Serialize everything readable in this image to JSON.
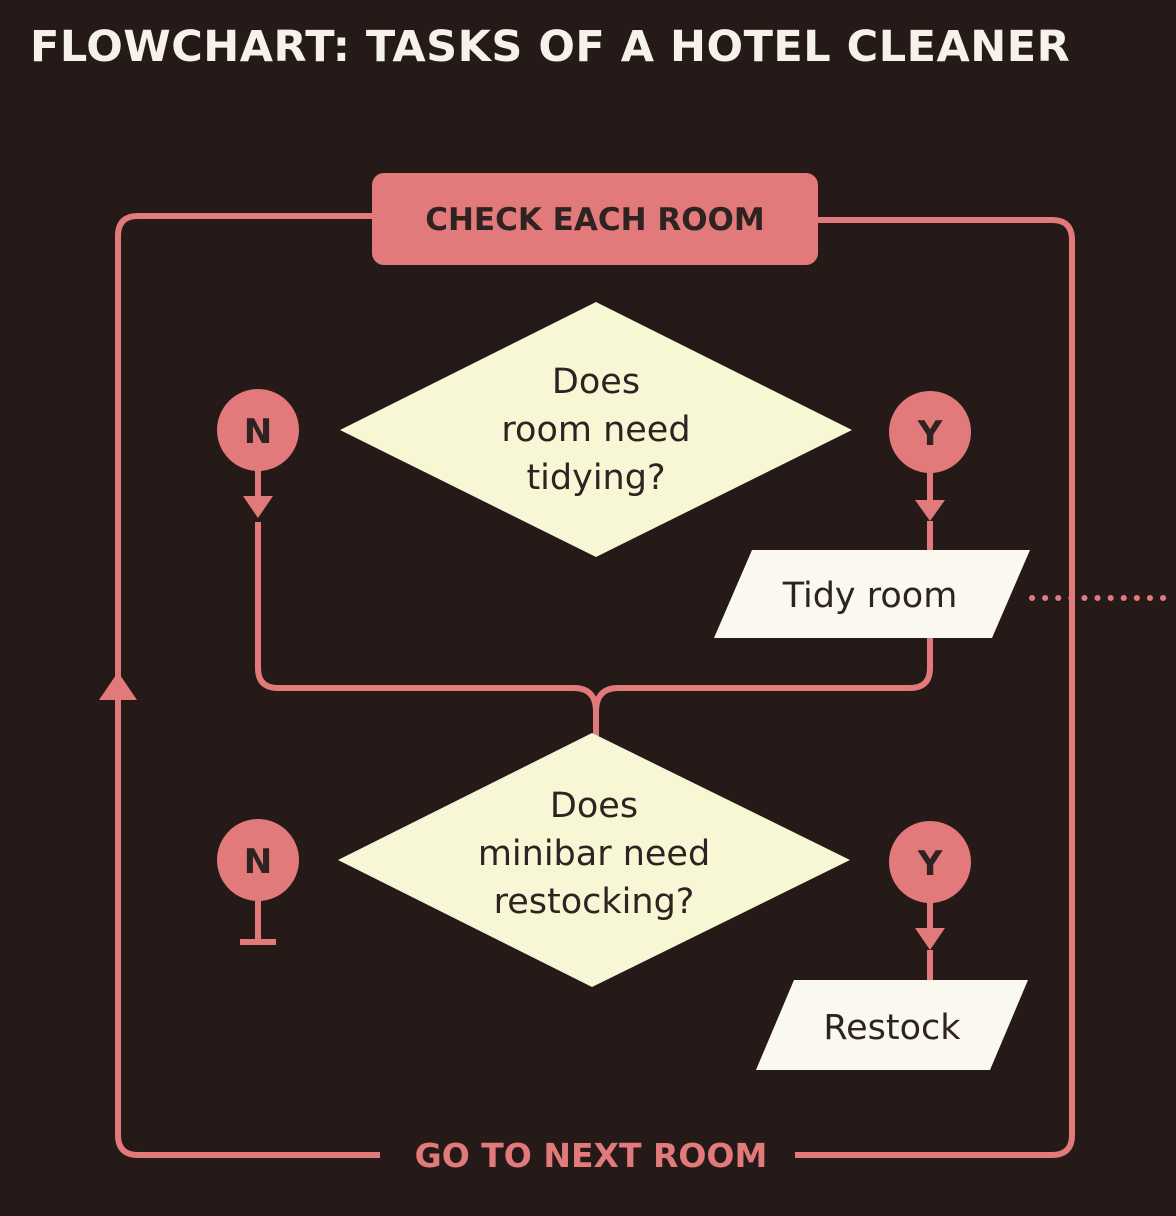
{
  "title": "FLOWCHART: TASKS OF A HOTEL CLEANER",
  "colors": {
    "background": "#251a17",
    "accent": "#e27a7c",
    "diamond_fill": "#f7f7d6",
    "box_fill": "#fbf8f0",
    "title_text": "#f6f1ea",
    "dark_text": "#2e2320"
  },
  "nodes": {
    "start": "CHECK EACH ROOM",
    "decision_1": {
      "lines": [
        "Does",
        "room need",
        "tidying?"
      ],
      "no": "N",
      "yes": "Y"
    },
    "action_1": "Tidy room",
    "decision_2": {
      "lines": [
        "Does",
        "minibar need",
        "restocking?"
      ],
      "no": "N",
      "yes": "Y"
    },
    "action_2": "Restock",
    "end": "GO TO NEXT ROOM"
  }
}
